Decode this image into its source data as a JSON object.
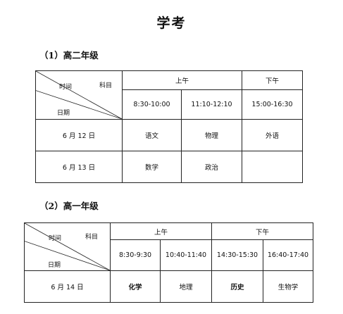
{
  "title": "学考",
  "sections": [
    {
      "heading": "（1）高二年级",
      "corner": {
        "time": "时间",
        "subject": "科目",
        "date": "日期"
      },
      "periods": [
        "上午",
        "下午"
      ],
      "slots": [
        "8:30-10:00",
        "11:10-12:10",
        "15:00-16:30"
      ],
      "rows": [
        {
          "date": "6 月 12 日",
          "subjects": [
            "语文",
            "物理",
            "外语"
          ]
        },
        {
          "date": "6 月 13 日",
          "subjects": [
            "数学",
            "政治",
            ""
          ]
        }
      ]
    },
    {
      "heading": "（2）高一年级",
      "corner": {
        "time": "时间",
        "subject": "科目",
        "date": "日期"
      },
      "periods": [
        "上午",
        "下午"
      ],
      "slots": [
        "8:30-9:30",
        "10:40-11:40",
        "14:30-15:30",
        "16:40-17:40"
      ],
      "rows": [
        {
          "date": "6 月 14 日",
          "subjects": [
            "化学",
            "地理",
            "历史",
            "生物学"
          ]
        }
      ]
    }
  ]
}
